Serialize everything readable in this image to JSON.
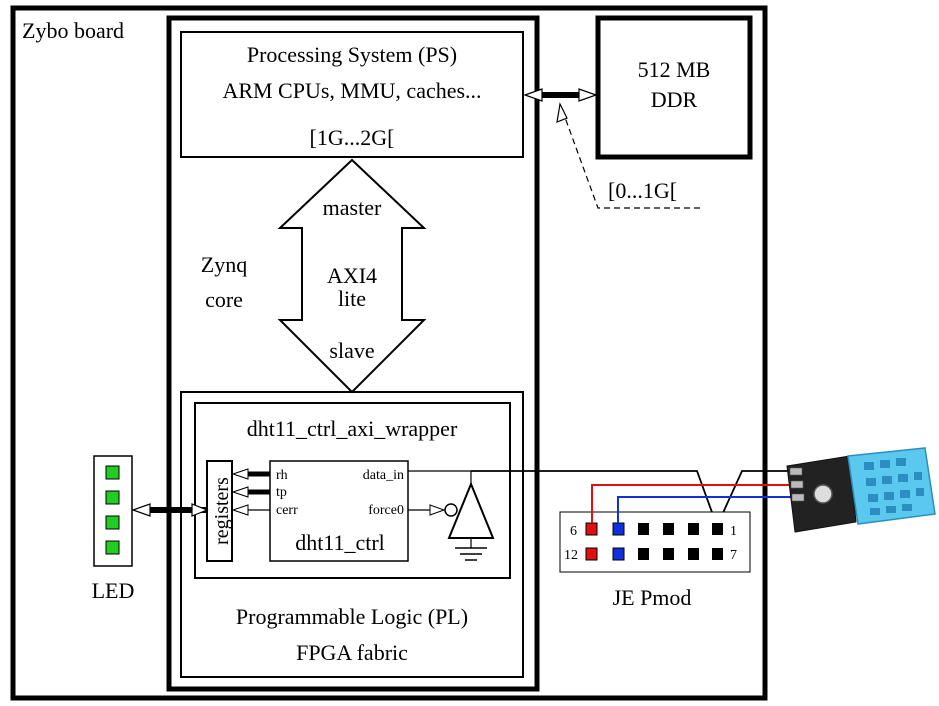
{
  "board_label": "Zybo board",
  "ps": {
    "line1": "Processing System (PS)",
    "line2": "ARM CPUs, MMU, caches...",
    "range": "[1G...2G["
  },
  "ddr": {
    "line1": "512 MB",
    "line2": "DDR",
    "range": "[0...1G["
  },
  "bus": {
    "master": "master",
    "protocol_line1": "AXI4",
    "protocol_line2": "lite",
    "slave": "slave"
  },
  "zynq": {
    "line1": "Zynq",
    "line2": "core"
  },
  "wrapper": {
    "title": "dht11_ctrl_axi_wrapper",
    "registers": "registers"
  },
  "ctrl": {
    "name": "dht11_ctrl",
    "ports": {
      "rh": "rh",
      "tp": "tp",
      "cerr": "cerr",
      "data_in": "data_in",
      "force0": "force0"
    }
  },
  "pl": {
    "line1": "Programmable Logic (PL)",
    "line2": "FPGA fabric"
  },
  "led": {
    "label": "LED"
  },
  "pmod": {
    "label": "JE Pmod",
    "pin_top_left": "6",
    "pin_top_right": "1",
    "pin_bottom_left": "12",
    "pin_bottom_right": "7"
  },
  "colors": {
    "led_green": "#22cc22",
    "pin_red": "#e01010",
    "pin_blue": "#1030e0",
    "sensor_blue": "#5bc8f0",
    "sensor_body": "#222222"
  }
}
